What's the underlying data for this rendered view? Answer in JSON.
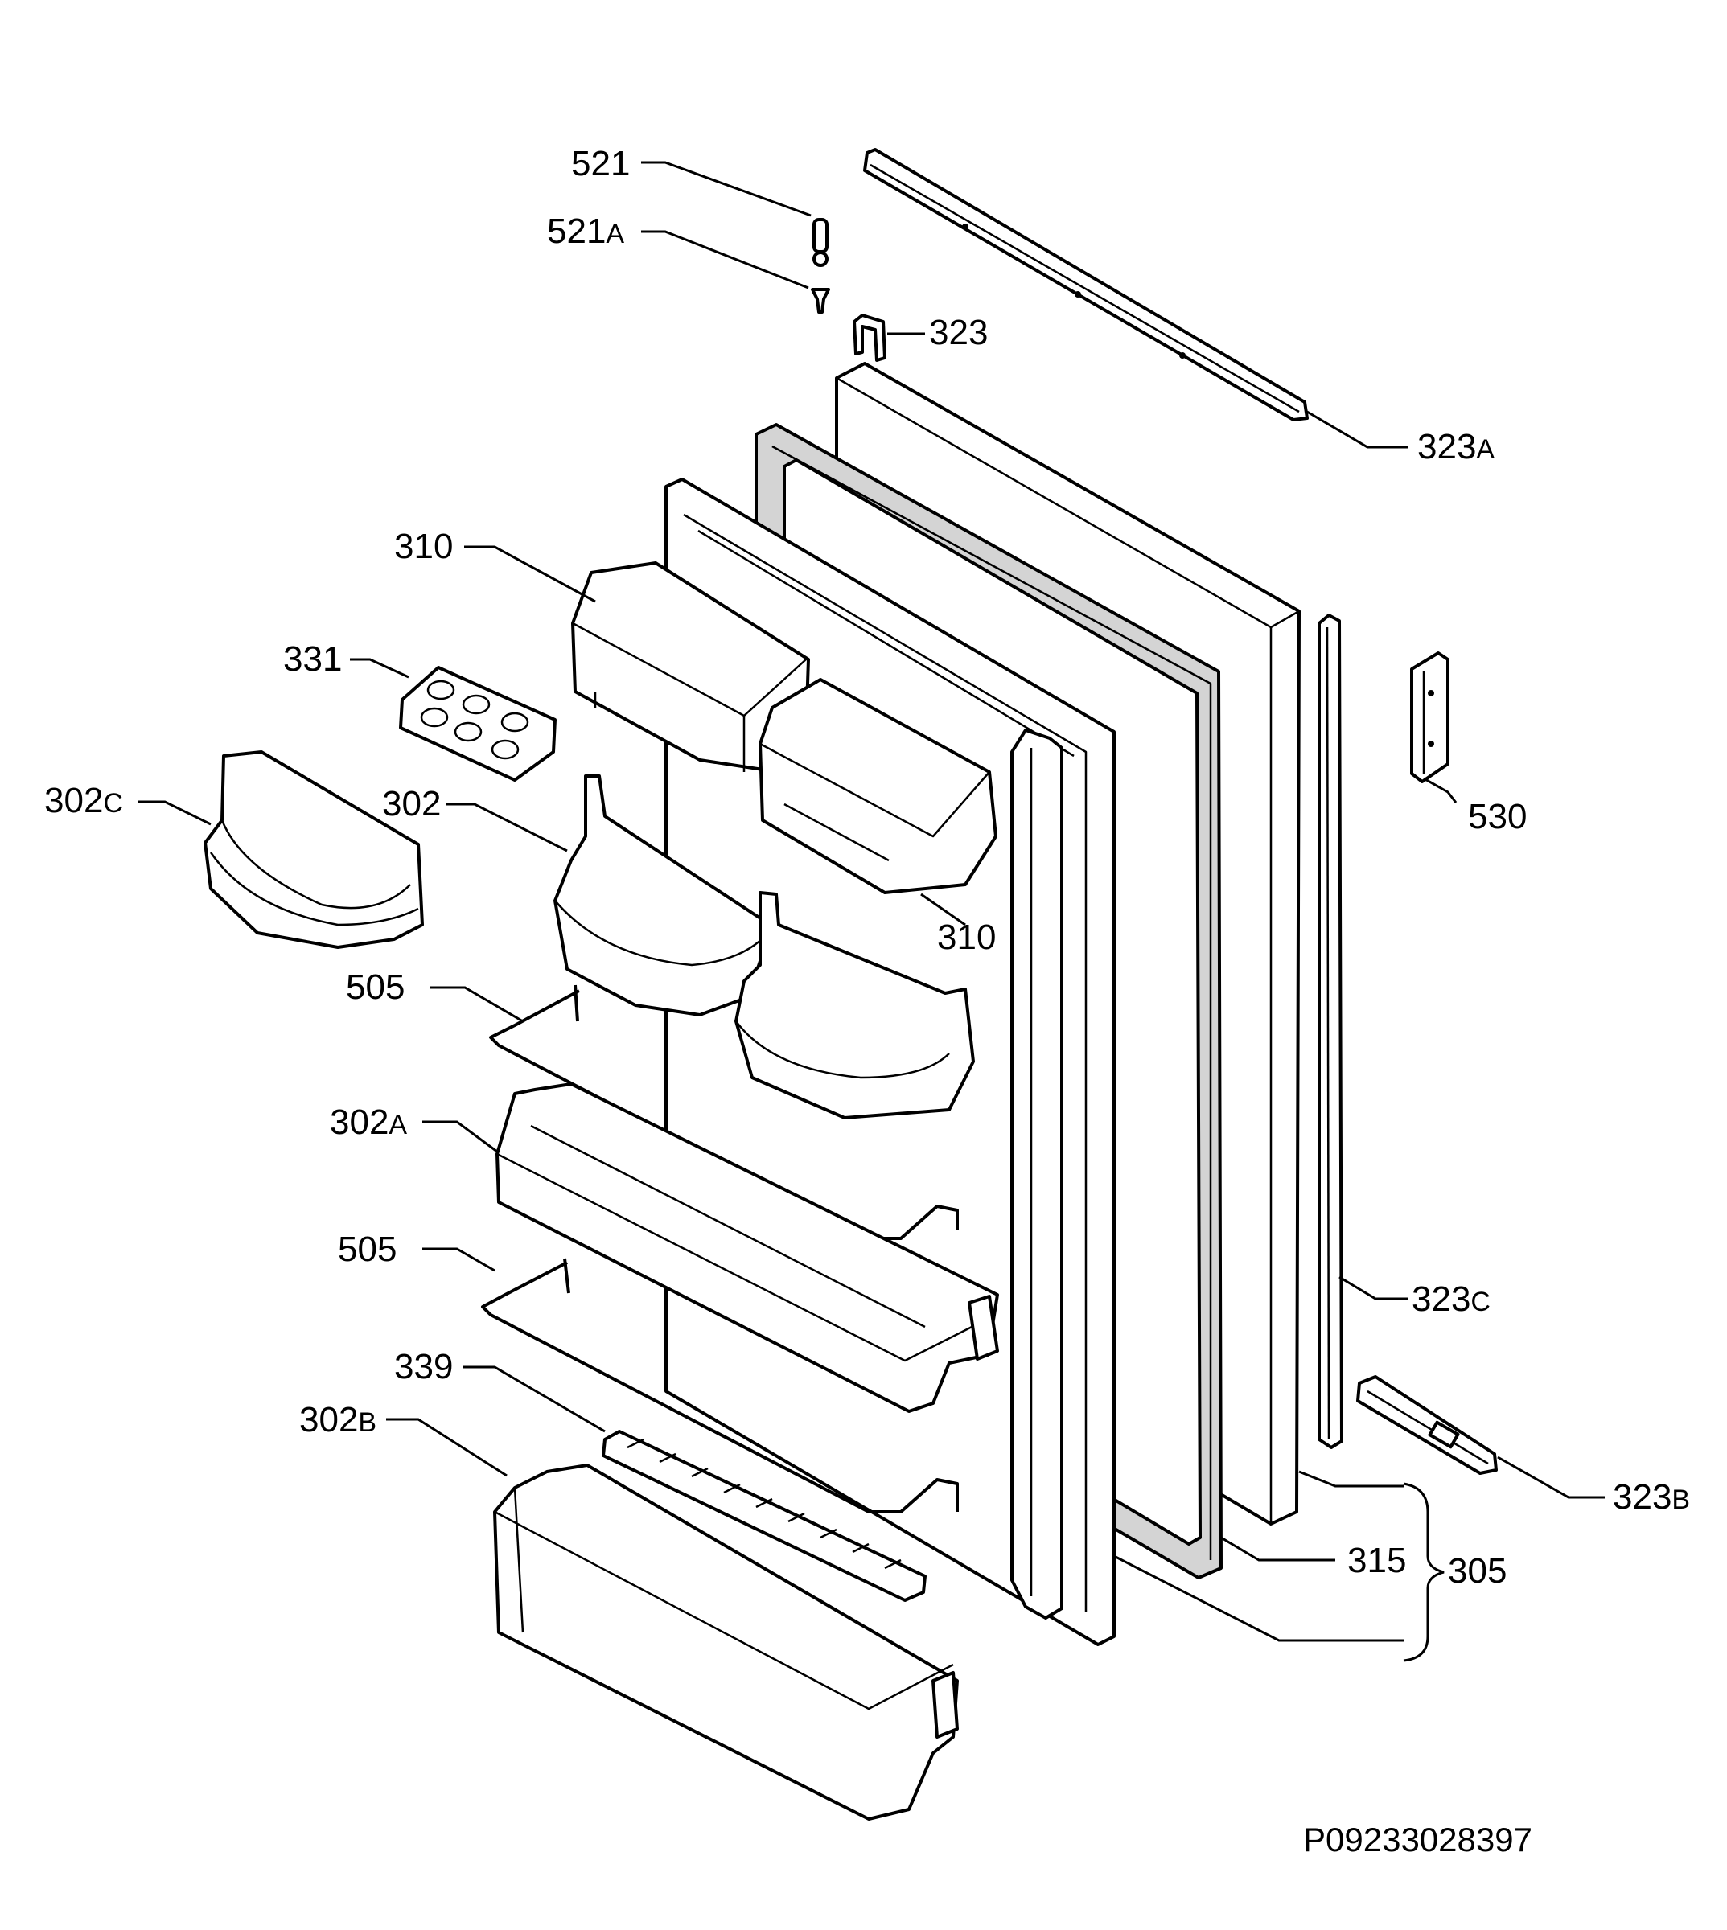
{
  "drawing": {
    "code": "P09233028397"
  },
  "labels": {
    "l_521": "521",
    "l_521a_num": "521",
    "l_521a_suf": "A",
    "l_323": "323",
    "l_323a_num": "323",
    "l_323a_suf": "A",
    "l_310_top": "310",
    "l_331": "331",
    "l_302c_num": "302",
    "l_302c_suf": "C",
    "l_302": "302",
    "l_310_mid": "310",
    "l_530": "530",
    "l_505_top": "505",
    "l_302a_num": "302",
    "l_302a_suf": "A",
    "l_505_low": "505",
    "l_323c_num": "323",
    "l_323c_suf": "C",
    "l_339": "339",
    "l_302b_num": "302",
    "l_302b_suf": "B",
    "l_323b_num": "323",
    "l_323b_suf": "B",
    "l_315": "315",
    "l_305": "305"
  }
}
